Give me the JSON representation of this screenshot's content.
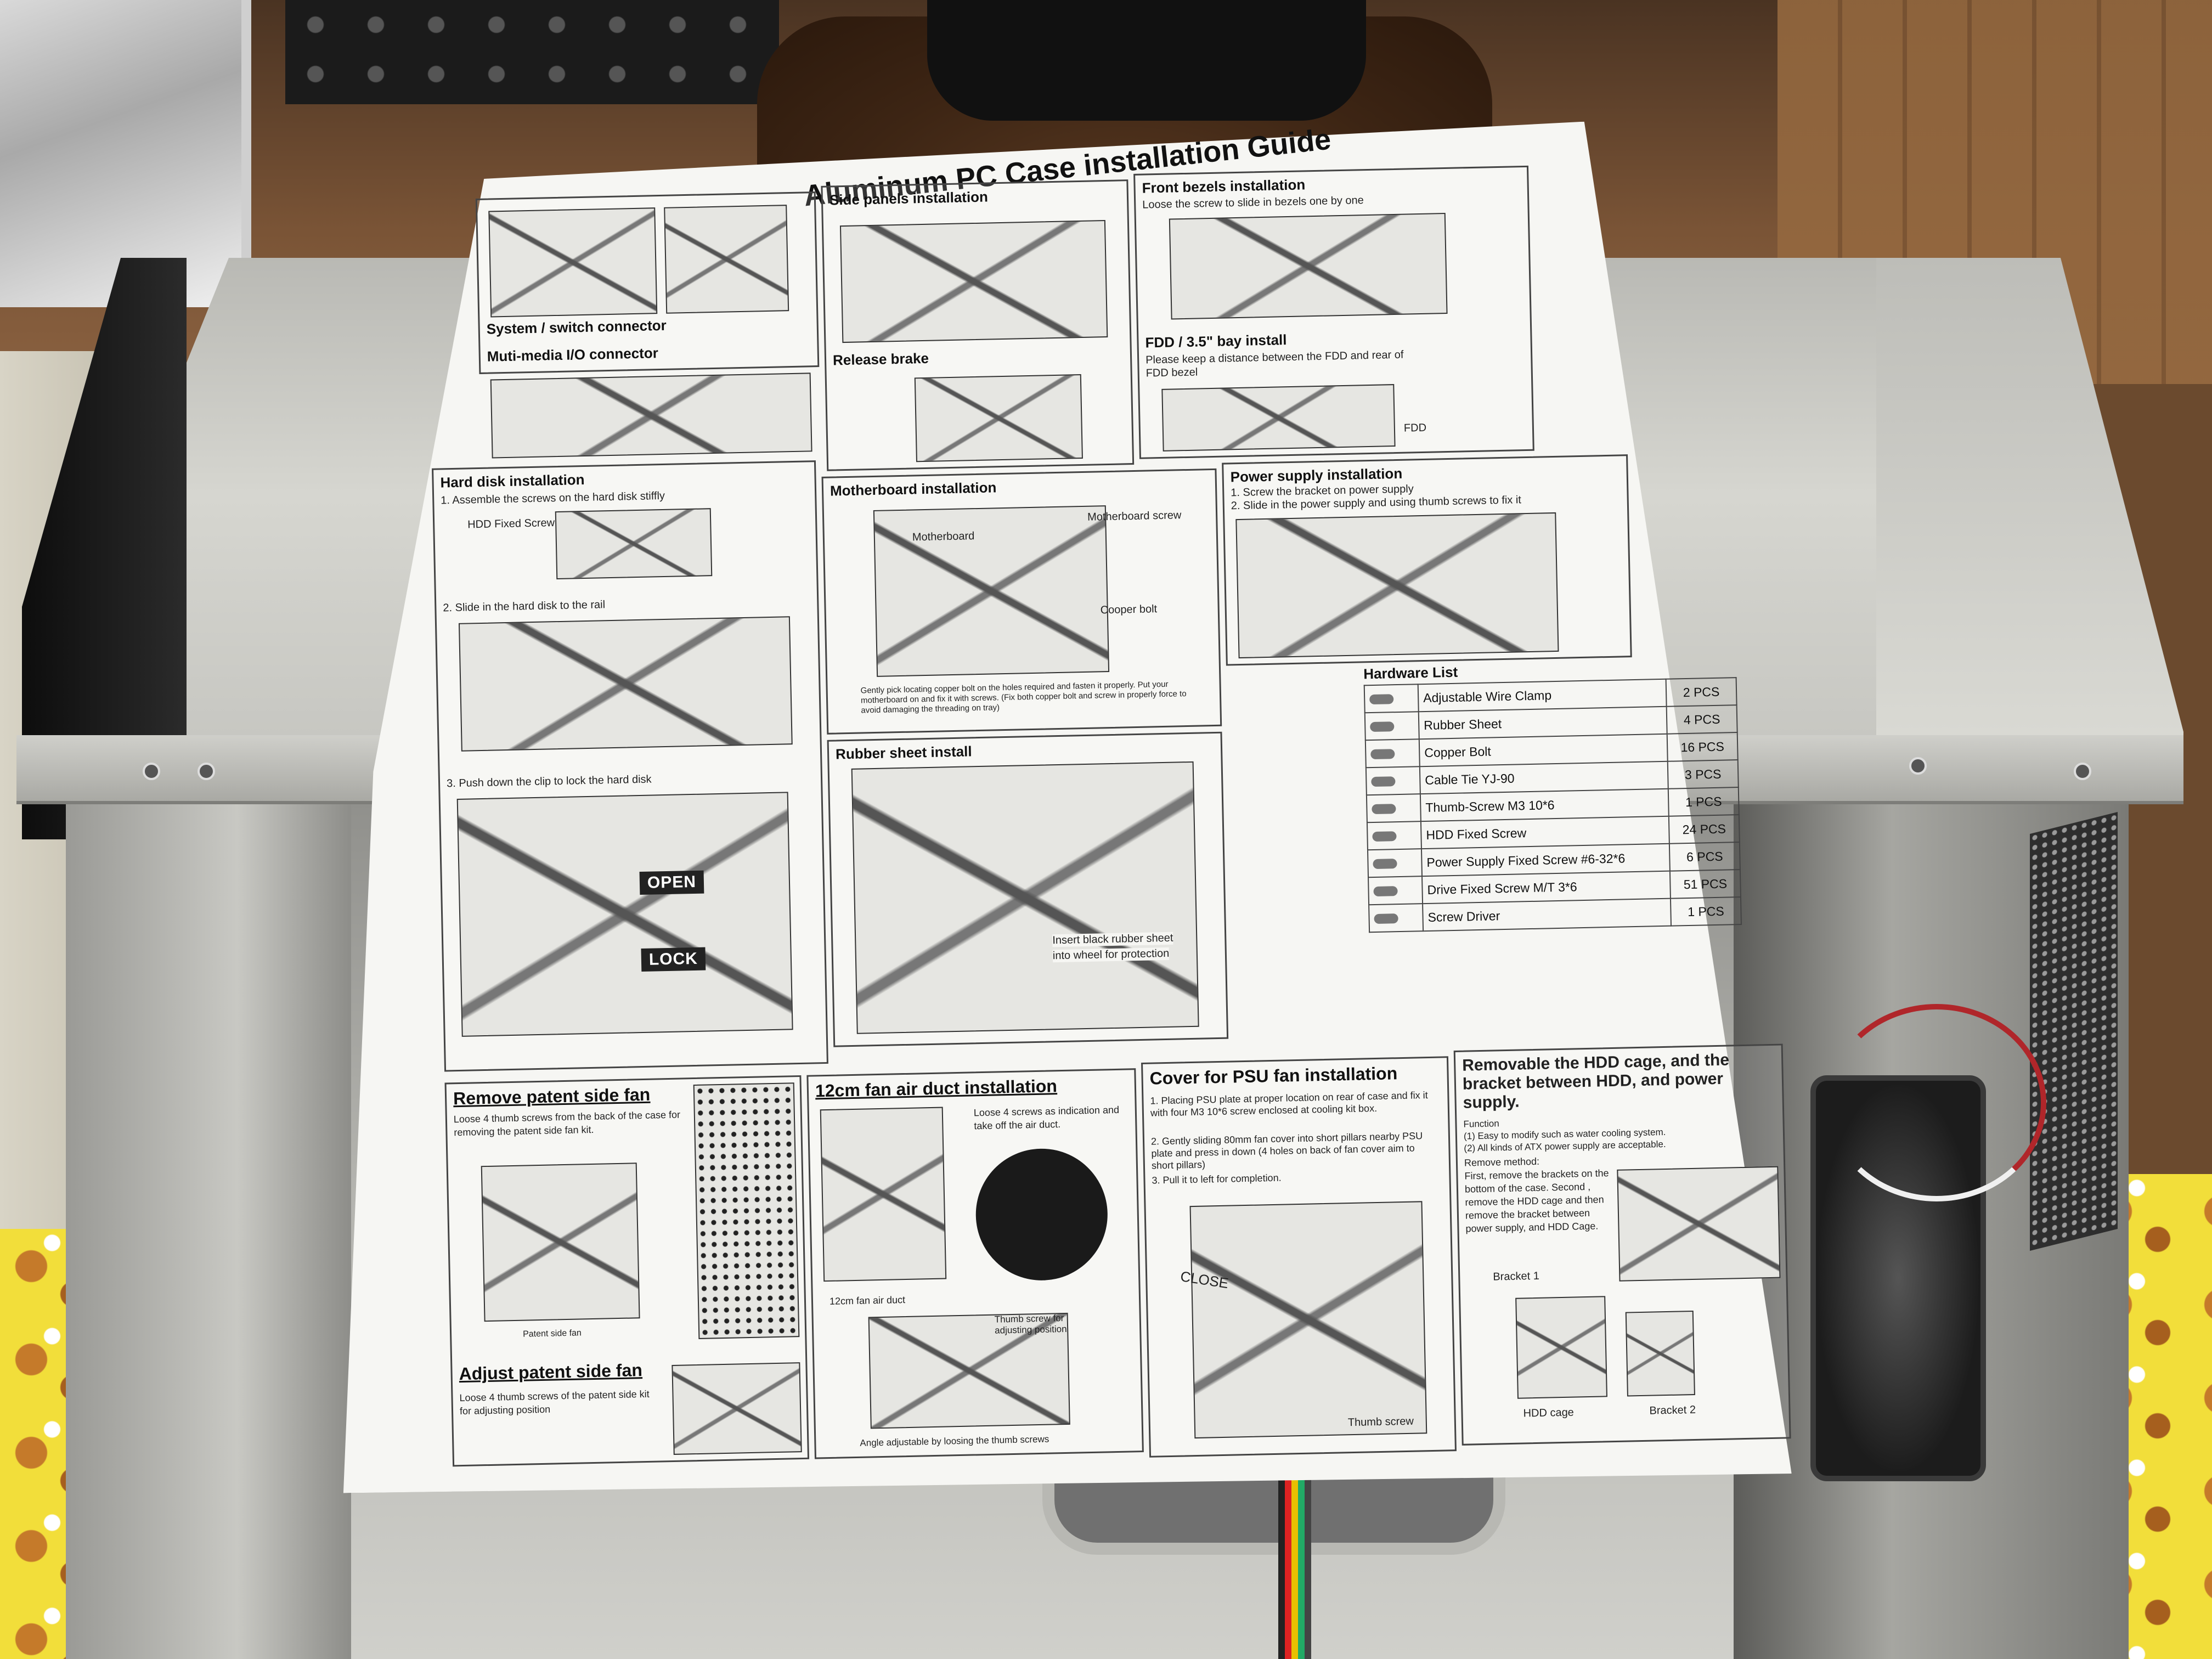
{
  "guide": {
    "title": "Aluminum PC Case installation Guide",
    "sections": {
      "side_panels": {
        "title": "Side panels installation"
      },
      "front_bezels": {
        "title": "Front bezels installation",
        "text": "Loose the screw to slide in bezels one by one"
      },
      "system_switch": {
        "title": "System / switch connector"
      },
      "multimedia_io": {
        "title": "Muti-media I/O connector"
      },
      "release_brake": {
        "title": "Release brake"
      },
      "fdd_bay": {
        "title": "FDD / 3.5\" bay install",
        "text": "Please keep a distance between the FDD and rear of FDD bezel",
        "fdd_label": "FDD"
      },
      "hard_disk": {
        "title": "Hard disk installation",
        "step1": "1. Assemble the screws on the hard disk stiffly",
        "hdd_screw": "HDD Fixed Screw",
        "step2": "2. Slide in the hard disk to the rail",
        "step3": "3. Push down the clip to lock the hard disk",
        "open": "OPEN",
        "lock": "LOCK"
      },
      "motherboard": {
        "title": "Motherboard installation",
        "label_motherboard": "Motherboard",
        "label_screw": "Motherboard screw",
        "label_bolt": "Cooper bolt",
        "note": "Gently pick locating copper bolt on the holes required and fasten it properly. Put your motherboard on and fix it with screws. (Fix both copper bolt and screw in properly force to avoid damaging the threading on tray)"
      },
      "power_supply": {
        "title": "Power supply installation",
        "step1": "1. Screw the bracket on power supply",
        "step2": "2. Slide in the power supply and using thumb screws to fix it"
      },
      "rubber_sheet": {
        "title": "Rubber sheet install",
        "caption_line1": "Insert black rubber sheet",
        "caption_line2": "into wheel for protection"
      },
      "hardware_list": {
        "title": "Hardware List",
        "items": [
          {
            "name": "Adjustable Wire Clamp",
            "qty": "2 PCS"
          },
          {
            "name": "Rubber Sheet",
            "qty": "4 PCS"
          },
          {
            "name": "Copper Bolt",
            "qty": "16 PCS"
          },
          {
            "name": "Cable Tie YJ-90",
            "qty": "3 PCS"
          },
          {
            "name": "Thumb-Screw M3 10*6",
            "qty": "1 PCS"
          },
          {
            "name": "HDD Fixed Screw",
            "qty": "24 PCS"
          },
          {
            "name": "Power Supply Fixed Screw #6-32*6",
            "qty": "6 PCS"
          },
          {
            "name": "Drive Fixed Screw M/T 3*6",
            "qty": "51 PCS"
          },
          {
            "name": "Screw Driver",
            "qty": "1 PCS"
          }
        ]
      },
      "remove_fan": {
        "title": "Remove patent side fan",
        "text": "Loose 4 thumb screws from the back of the case for removing the patent side fan kit.",
        "label": "Patent side fan"
      },
      "adjust_fan": {
        "title": "Adjust patent side fan",
        "text": "Loose 4 thumb screws of the patent side kit for adjusting position"
      },
      "fan_duct": {
        "title": "12cm fan air duct installation",
        "text": "Loose 4 screws as indication and take off the air duct.",
        "label_duct": "12cm fan air duct",
        "label_thumb": "Thumb screw for adjusting position",
        "footer": "Angle adjustable by loosing the thumb screws"
      },
      "psu_cover": {
        "title": "Cover for PSU fan installation",
        "step1": "1. Placing PSU plate at proper location on rear of case and fix it with four M3 10*6 screw enclosed at cooling kit box.",
        "step2": "2. Gently sliding 80mm fan cover into short pillars nearby PSU plate and press in down (4 holes on back of fan cover aim to short pillars)",
        "step3": "3. Pull it to left for completion.",
        "close": "CLOSE",
        "thumb": "Thumb screw"
      },
      "hdd_cage": {
        "title": "Removable the HDD cage, and the bracket between HDD, and power supply.",
        "function_label": "Function",
        "function_1": "(1) Easy to modify such as water cooling system.",
        "function_2": "(2) All kinds of ATX power supply are acceptable.",
        "method_label": "Remove method:",
        "method_text": "First, remove the brackets on the bottom of the case. Second , remove the HDD cage and then remove the bracket between power supply, and HDD Cage.",
        "bracket1": "Bracket 1",
        "bracket2": "Bracket 2",
        "cage": "HDD cage"
      }
    }
  }
}
